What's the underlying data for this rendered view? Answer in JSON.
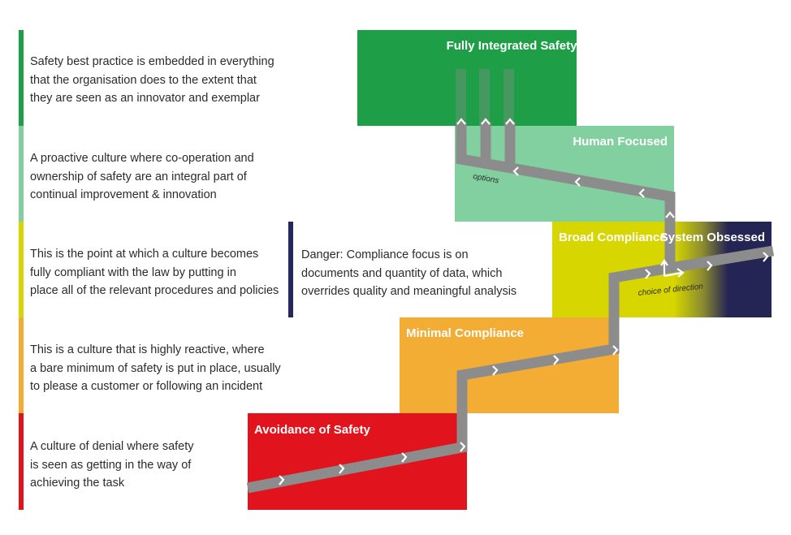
{
  "colors": {
    "fully_integrated": "#1f9e48",
    "human_focused": "#82d0a0",
    "broad_compliance": "#d7d600",
    "system_obsessed": "#252555",
    "minimal_compliance": "#f3ac34",
    "avoidance": "#e1141e",
    "path": "#8c8c8c",
    "danger_bar": "#262660"
  },
  "levels": {
    "fully_integrated": "Fully Integrated Safety",
    "human_focused": "Human Focused",
    "broad_compliance": "Broad Compliance",
    "system_obsessed": "System Obsessed",
    "minimal_compliance": "Minimal Compliance",
    "avoidance": "Avoidance of Safety"
  },
  "path_labels": {
    "options": "options",
    "choice": "choice of direction"
  },
  "descriptions": [
    {
      "level": "fully-integrated",
      "color": "#1f9e48",
      "lines": [
        "Safety best practice is embedded in everything",
        "that the organisation does to the extent that",
        "they are seen as an innovator and exemplar"
      ]
    },
    {
      "level": "human-focused",
      "color": "#82d0a0",
      "lines": [
        "A proactive culture where co-operation and",
        "ownership of safety are an integral part of",
        "continual improvement & innovation"
      ]
    },
    {
      "level": "broad-compliance",
      "color": "#d7d600",
      "lines": [
        "This is the point at which a culture becomes",
        "fully compliant with the law by putting in",
        "place all of the relevant procedures and policies"
      ]
    },
    {
      "level": "minimal-compliance",
      "color": "#f3ac34",
      "lines": [
        "This is a culture that is highly reactive, where",
        "a bare minimum of safety is put in place, usually",
        "to please a customer or following an incident"
      ]
    },
    {
      "level": "avoidance",
      "color": "#e1141e",
      "lines": [
        "A culture of denial where safety",
        "is seen as getting in the way of",
        "achieving the task"
      ]
    }
  ],
  "danger": {
    "lines": [
      "Danger: Compliance focus is on",
      "documents and quantity of data, which",
      "overrides quality and meaningful analysis"
    ]
  }
}
